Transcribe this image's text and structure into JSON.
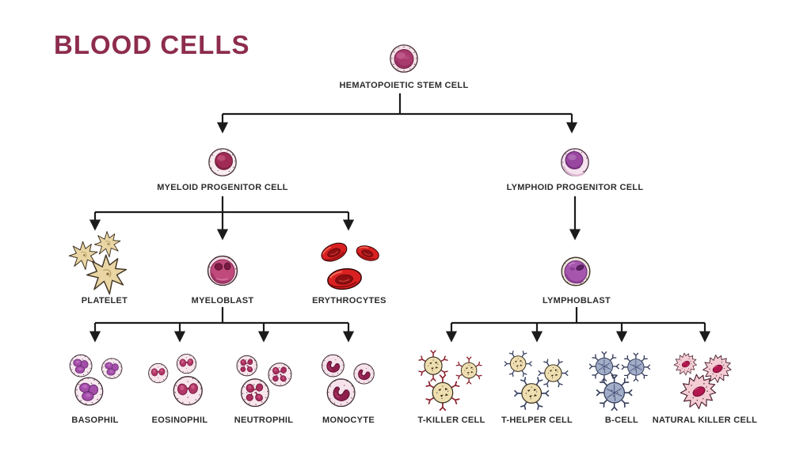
{
  "title": "BLOOD CELLS",
  "colors": {
    "title_text": "#8d2c4e",
    "label_text": "#2c2c2c",
    "connector": "#1b1b1b",
    "background": "#ffffff",
    "erythrocyte_red": "#d92121",
    "platelet_tan": "#e9d6a4",
    "myeloid_nucleus": "#a02c55",
    "lymphoid_nucleus": "#98469f",
    "t_killer_receptor": "#8e2430",
    "t_helper_receptor": "#3b4566",
    "b_cell_body": "#a2aec8",
    "nk_body": "#f4ccd4"
  },
  "nodes": {
    "stem": {
      "label": "HEMATOPOIETIC STEM CELL"
    },
    "myeloid": {
      "label": "MYELOID PROGENITOR CELL"
    },
    "lymphoid": {
      "label": "LYMPHOID PROGENITOR CELL"
    },
    "platelet": {
      "label": "PLATELET"
    },
    "myeloblast": {
      "label": "MYELOBLAST"
    },
    "erythrocytes": {
      "label": "ERYTHROCYTES"
    },
    "lymphoblast": {
      "label": "LYMPHOBLAST"
    },
    "basophil": {
      "label": "BASOPHIL"
    },
    "eosinophil": {
      "label": "EOSINOPHIL"
    },
    "neutrophil": {
      "label": "NEUTROPHIL"
    },
    "monocyte": {
      "label": "MONOCYTE"
    },
    "t_killer": {
      "label": "T-KILLER CELL"
    },
    "t_helper": {
      "label": "T-HELPER CELL"
    },
    "b_cell": {
      "label": "B-CELL"
    },
    "nk_cell": {
      "label": "NATURAL KILLER CELL"
    }
  },
  "lineage": [
    {
      "parent": "HEMATOPOIETIC STEM CELL",
      "children": [
        "MYELOID PROGENITOR CELL",
        "LYMPHOID PROGENITOR CELL"
      ]
    },
    {
      "parent": "MYELOID PROGENITOR CELL",
      "children": [
        "PLATELET",
        "MYELOBLAST",
        "ERYTHROCYTES"
      ]
    },
    {
      "parent": "MYELOBLAST",
      "children": [
        "BASOPHIL",
        "EOSINOPHIL",
        "NEUTROPHIL",
        "MONOCYTE"
      ]
    },
    {
      "parent": "LYMPHOID PROGENITOR CELL",
      "children": [
        "LYMPHOBLAST"
      ]
    },
    {
      "parent": "LYMPHOBLAST",
      "children": [
        "T-KILLER CELL",
        "T-HELPER CELL",
        "B-CELL",
        "NATURAL KILLER CELL"
      ]
    }
  ]
}
